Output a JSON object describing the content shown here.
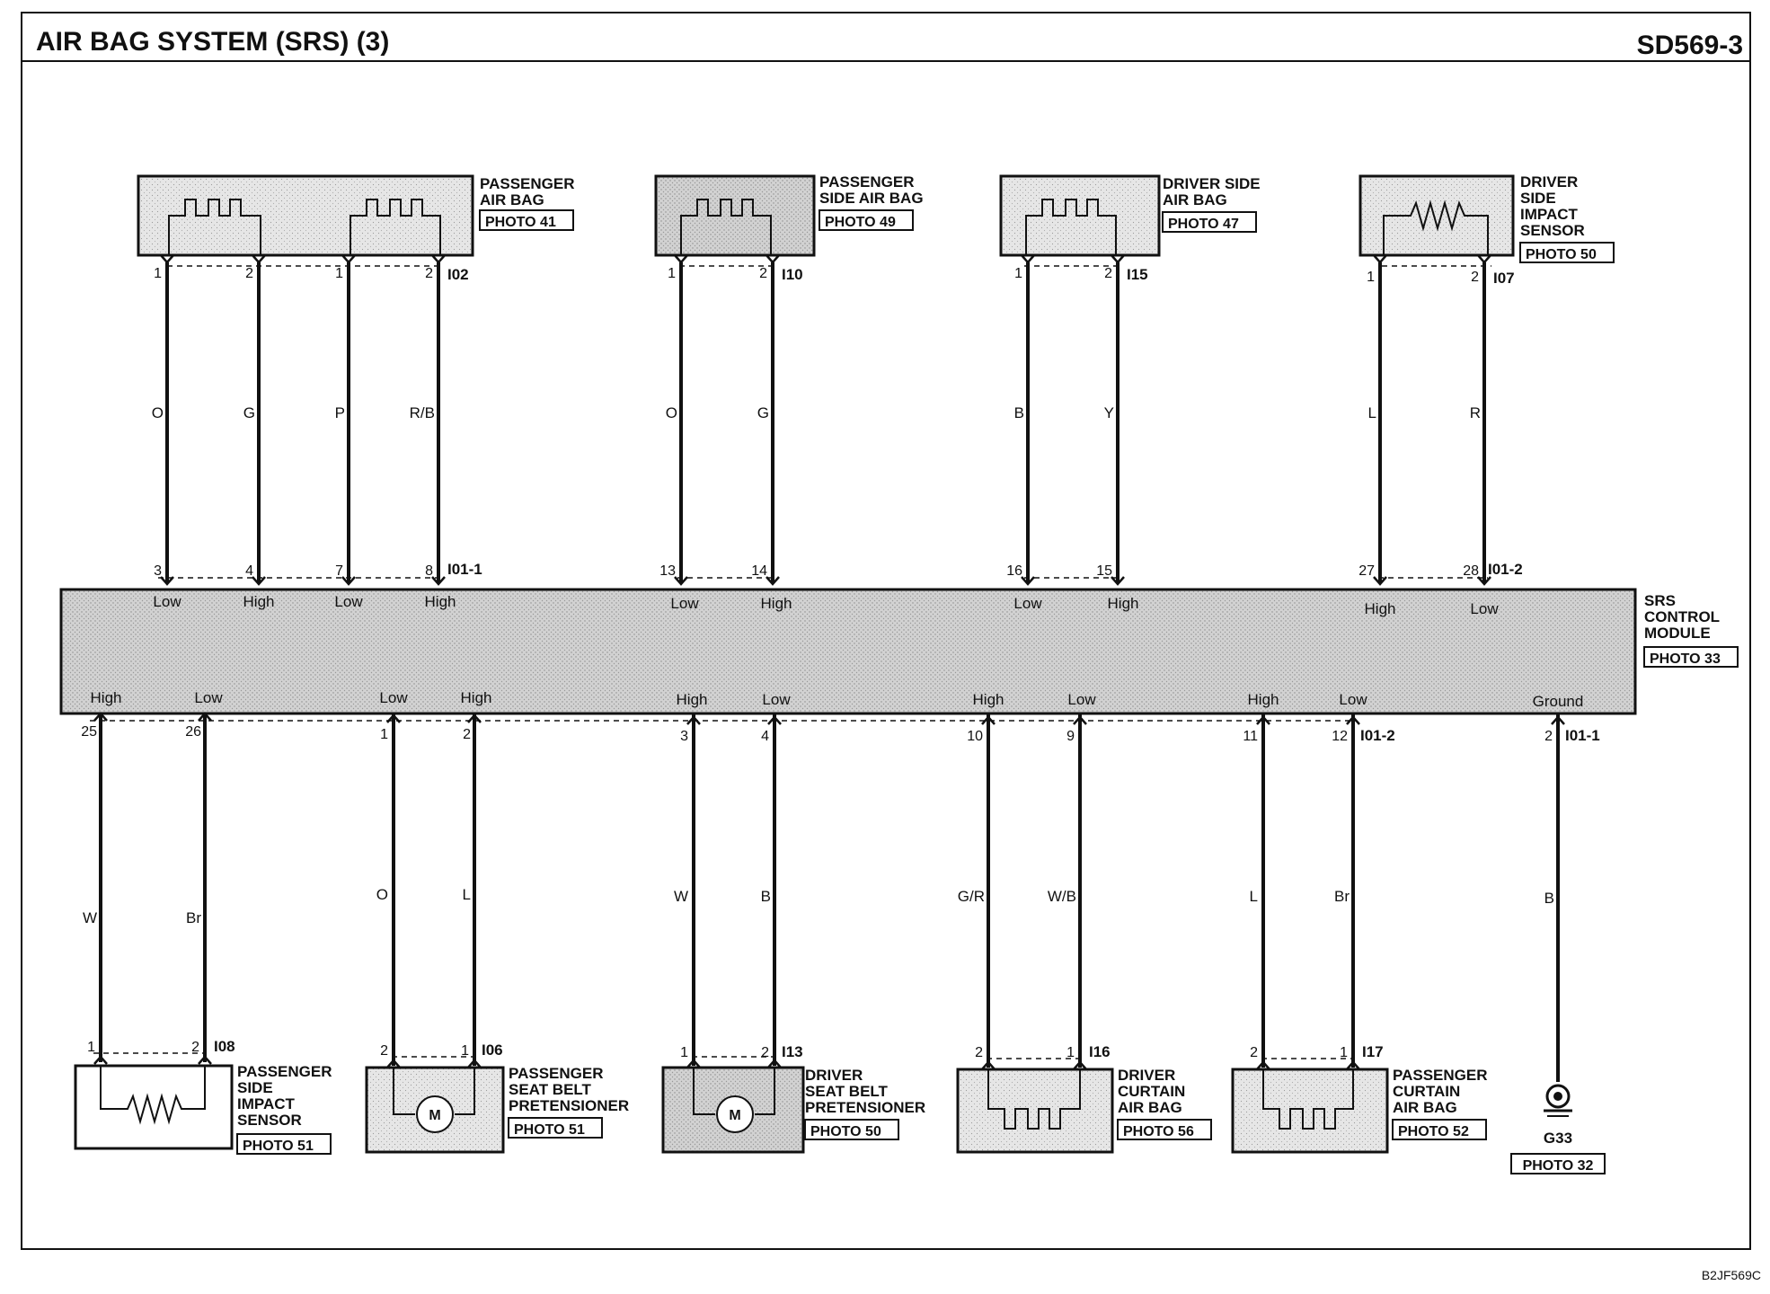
{
  "header": {
    "title": "AIR BAG SYSTEM (SRS) (3)",
    "code": "SD569-3"
  },
  "footer": {
    "ref": "B2JF569C"
  },
  "module": {
    "name_lines": [
      "SRS",
      "CONTROL",
      "MODULE"
    ],
    "photo": "PHOTO 33"
  },
  "top_connectors": [
    "I02",
    "I10",
    "I15",
    "I07"
  ],
  "module_top_connectors": [
    "I01-1",
    "I01-2"
  ],
  "module_bottom_connectors": [
    "I01-2",
    "I01-1"
  ],
  "top_components": [
    {
      "lines": [
        "PASSENGER",
        "AIR BAG"
      ],
      "photo": "PHOTO 41"
    },
    {
      "lines": [
        "PASSENGER",
        "SIDE AIR BAG"
      ],
      "photo": "PHOTO 49"
    },
    {
      "lines": [
        "DRIVER SIDE",
        "AIR BAG"
      ],
      "photo": "PHOTO 47"
    },
    {
      "lines": [
        "DRIVER",
        "SIDE",
        "IMPACT",
        "SENSOR"
      ],
      "photo": "PHOTO 50"
    }
  ],
  "top_wires": [
    {
      "comp_pin": "1",
      "color": "O",
      "module_pin": "3",
      "signal": "Low"
    },
    {
      "comp_pin": "2",
      "color": "G",
      "module_pin": "4",
      "signal": "High"
    },
    {
      "comp_pin": "1",
      "color": "P",
      "module_pin": "7",
      "signal": "Low"
    },
    {
      "comp_pin": "2",
      "color": "R/B",
      "module_pin": "8",
      "signal": "High"
    },
    {
      "comp_pin": "1",
      "color": "O",
      "module_pin": "13",
      "signal": "Low"
    },
    {
      "comp_pin": "2",
      "color": "G",
      "module_pin": "14",
      "signal": "High"
    },
    {
      "comp_pin": "1",
      "color": "B",
      "module_pin": "16",
      "signal": "Low"
    },
    {
      "comp_pin": "2",
      "color": "Y",
      "module_pin": "15",
      "signal": "High"
    },
    {
      "comp_pin": "1",
      "color": "L",
      "module_pin": "27",
      "signal": "High"
    },
    {
      "comp_pin": "2",
      "color": "R",
      "module_pin": "28",
      "signal": "Low"
    }
  ],
  "bottom_components": [
    {
      "lines": [
        "PASSENGER",
        "SIDE",
        "IMPACT",
        "SENSOR"
      ],
      "photo": "PHOTO 51",
      "connector": "I08"
    },
    {
      "lines": [
        "PASSENGER",
        "SEAT BELT",
        "PRETENSIONER"
      ],
      "photo": "PHOTO 51",
      "connector": "I06"
    },
    {
      "lines": [
        "DRIVER",
        "SEAT BELT",
        "PRETENSIONER"
      ],
      "photo": "PHOTO 50",
      "connector": "I13"
    },
    {
      "lines": [
        "DRIVER",
        "CURTAIN",
        "AIR BAG"
      ],
      "photo": "PHOTO 56",
      "connector": "I16"
    },
    {
      "lines": [
        "PASSENGER",
        "CURTAIN",
        "AIR BAG"
      ],
      "photo": "PHOTO 52",
      "connector": "I17"
    }
  ],
  "bottom_wires": [
    {
      "signal": "High",
      "module_pin": "25",
      "color": "W",
      "comp_pin": "1"
    },
    {
      "signal": "Low",
      "module_pin": "26",
      "color": "Br",
      "comp_pin": "2"
    },
    {
      "signal": "Low",
      "module_pin": "1",
      "color": "O",
      "comp_pin": "2"
    },
    {
      "signal": "High",
      "module_pin": "2",
      "color": "L",
      "comp_pin": "1"
    },
    {
      "signal": "High",
      "module_pin": "3",
      "color": "W",
      "comp_pin": "1"
    },
    {
      "signal": "Low",
      "module_pin": "4",
      "color": "B",
      "comp_pin": "2"
    },
    {
      "signal": "High",
      "module_pin": "10",
      "color": "G/R",
      "comp_pin": "2"
    },
    {
      "signal": "Low",
      "module_pin": "9",
      "color": "W/B",
      "comp_pin": "1"
    },
    {
      "signal": "High",
      "module_pin": "11",
      "color": "L",
      "comp_pin": "2"
    },
    {
      "signal": "Low",
      "module_pin": "12",
      "color": "Br",
      "comp_pin": "1"
    }
  ],
  "ground_wire": {
    "signal": "Ground",
    "module_pin": "2",
    "color": "B",
    "ground": "G33",
    "photo": "PHOTO 32"
  }
}
